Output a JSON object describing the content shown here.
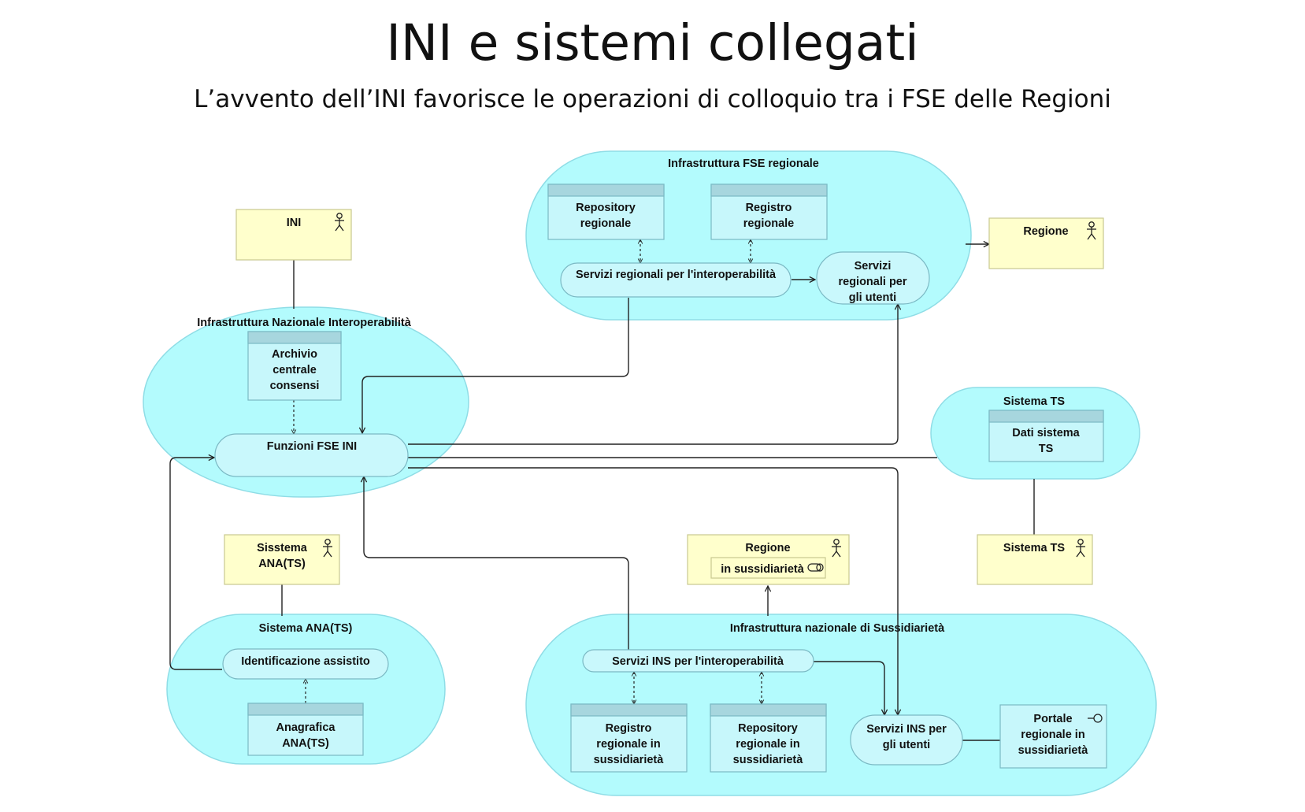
{
  "title": "INI e sistemi collegati",
  "subtitle": "L’avvento dell’INI favorisce le operazioni di colloquio tra i FSE delle Regioni",
  "colors": {
    "group_fill": "#b3fbfd",
    "component_fill": "#c7f7fb",
    "actor_fill": "#ffffcc",
    "line": "#222222"
  },
  "groups": {
    "fse_regionale": "Infrastruttura FSE regionale",
    "ini_infra": "Infrastruttura Nazionale Interoperabilità",
    "sistema_ts": "Sistema TS",
    "ana_ts": "Sistema ANA(TS)",
    "sussidiarieta": "Infrastruttura nazionale di Sussidiarietà"
  },
  "components": {
    "repository_regionale": [
      "Repository",
      "regionale"
    ],
    "registro_regionale": [
      "Registro",
      "regionale"
    ],
    "archivio_consensi": [
      "Archivio",
      "centrale",
      "consensi"
    ],
    "dati_sistema_ts": [
      "Dati sistema",
      "TS"
    ],
    "anagrafica_ana": [
      "Anagrafica",
      "ANA(TS)"
    ],
    "registro_sussidiarieta": [
      "Registro",
      "regionale in",
      "sussidiarietà"
    ],
    "repository_sussidiarieta": [
      "Repository",
      "regionale in",
      "sussidiarietà"
    ]
  },
  "services": {
    "servizi_regionali_interop": [
      "Servizi regionali per l'interoperabilità"
    ],
    "servizi_regionali_utenti": [
      "Servizi",
      "regionali per",
      "gli utenti"
    ],
    "funzioni_fse_ini": [
      "Funzioni FSE INI"
    ],
    "identificazione_assistito": [
      "Identificazione assistito"
    ],
    "servizi_ins_interop": [
      "Servizi INS per l'interoperabilità"
    ],
    "servizi_ins_utenti": [
      "Servizi INS per",
      "gli utenti"
    ]
  },
  "actors": {
    "ini": [
      "INI"
    ],
    "regione": [
      "Regione"
    ],
    "sisstema_ana": [
      "Sisstema",
      "ANA(TS)"
    ],
    "regione_sussidiarieta": [
      "Regione",
      "in sussidiarietà"
    ],
    "sistema_ts_actor": [
      "Sistema TS"
    ]
  },
  "interfaces": {
    "portale_regionale": [
      "Portale",
      "regionale in",
      "sussidiarietà"
    ]
  },
  "icons": {
    "actor": "stick-figure-icon",
    "role": "role-icon",
    "interface": "lollipop-interface-icon"
  }
}
